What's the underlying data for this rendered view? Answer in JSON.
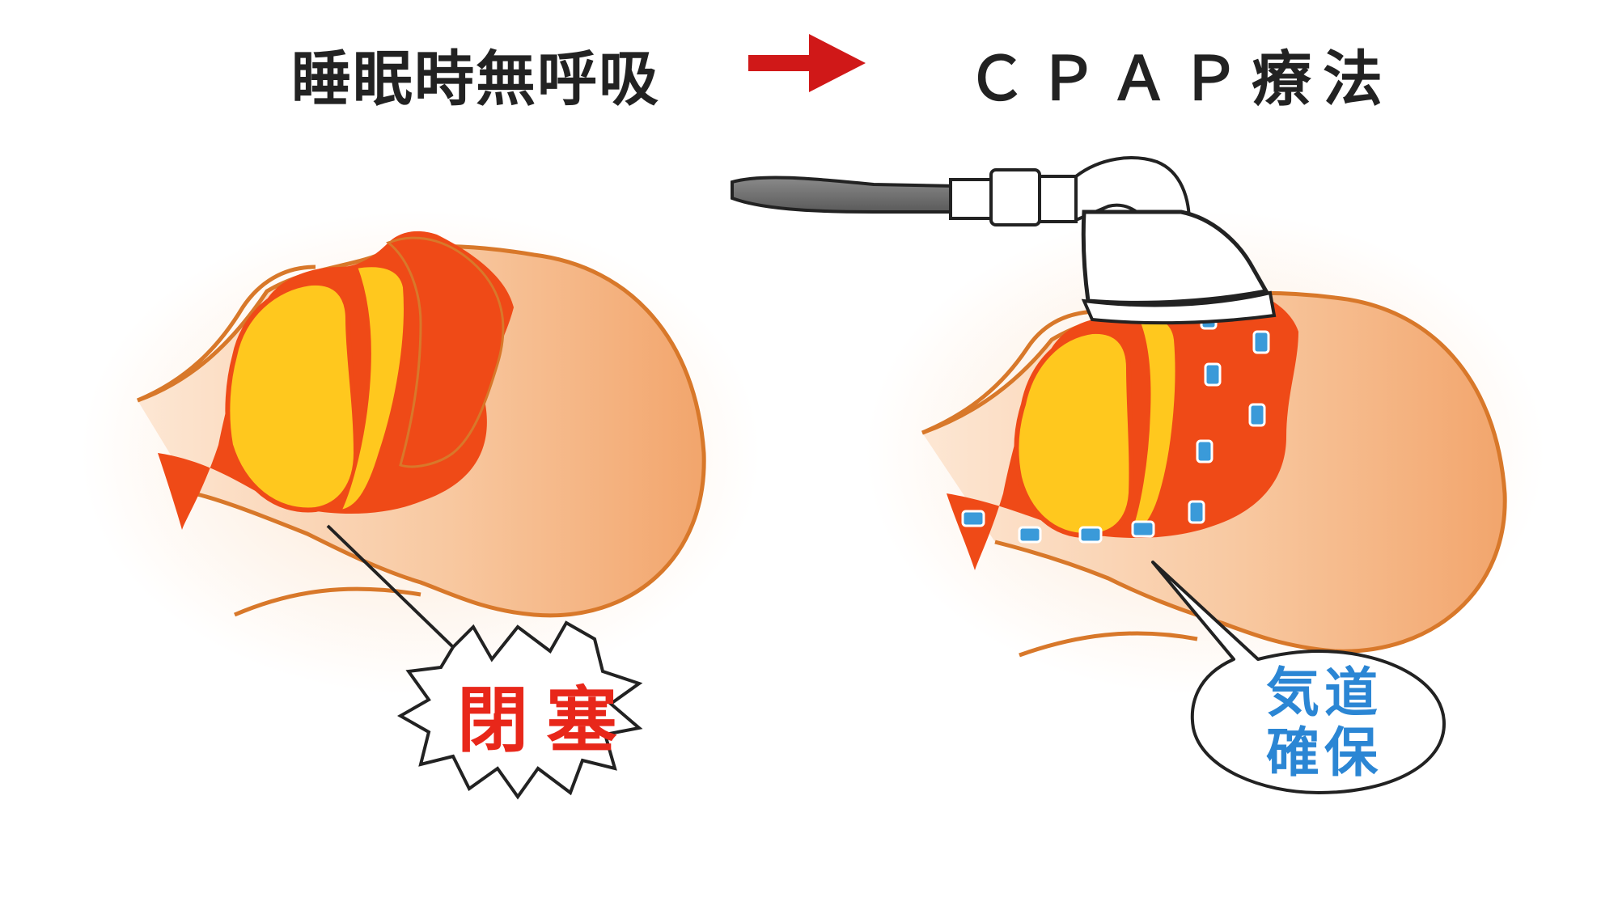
{
  "titles": {
    "left": "睡眠時無呼吸",
    "right": "ＣＰＡＰ療法"
  },
  "callouts": {
    "left": "閉塞",
    "right_line1": "気道",
    "right_line2": "確保"
  },
  "colors": {
    "arrow": "#d01818",
    "skin": "#f4b07a",
    "skin_light": "#fde3cc",
    "outline": "#d8782a",
    "airway": "#ef4a17",
    "tongue": "#ffc81e",
    "air_particles": "#3a9ad9",
    "occlusion_text": "#e8271a",
    "airway_text": "#2b86d4",
    "title_text": "#222222"
  },
  "icons": {
    "arrow": "right-arrow-icon",
    "occlusion_burst": "burst-bubble-icon",
    "airway_bubble": "speech-bubble-icon",
    "cpap_mask": "cpap-mask-icon"
  }
}
